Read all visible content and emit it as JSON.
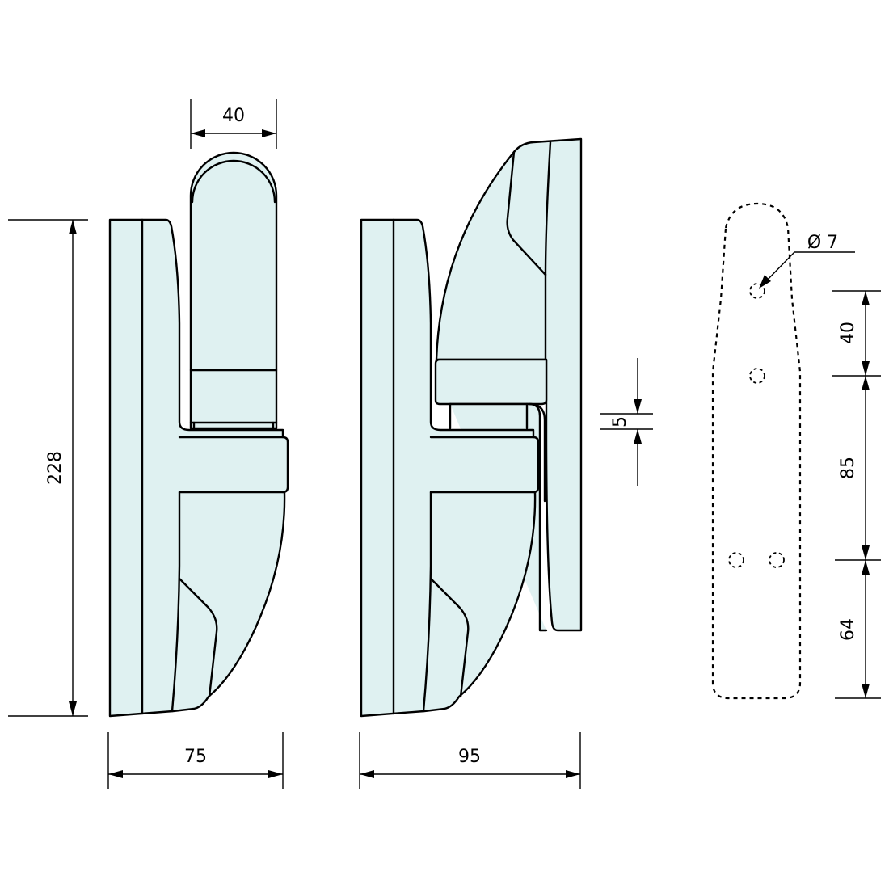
{
  "drawing": {
    "type": "technical-drawing",
    "subject": "glass door hinge",
    "fill_color": "#dff1f1",
    "line_color": "#000000",
    "views": [
      {
        "name": "side-view-closed",
        "description": "Hinge profile with hinge pin cover"
      },
      {
        "name": "side-view-open",
        "description": "Hinge profile with leaf offset"
      },
      {
        "name": "mounting-template",
        "description": "Dashed outline with drilling holes"
      }
    ]
  },
  "dimensions": {
    "pin_width": "40",
    "total_height": "228",
    "closed_depth": "75",
    "open_depth": "95",
    "gap": "5",
    "hole_diameter": "Ø 7",
    "hole_spacing_top": "40",
    "hole_spacing_mid": "85",
    "hole_spacing_bottom": "64"
  }
}
